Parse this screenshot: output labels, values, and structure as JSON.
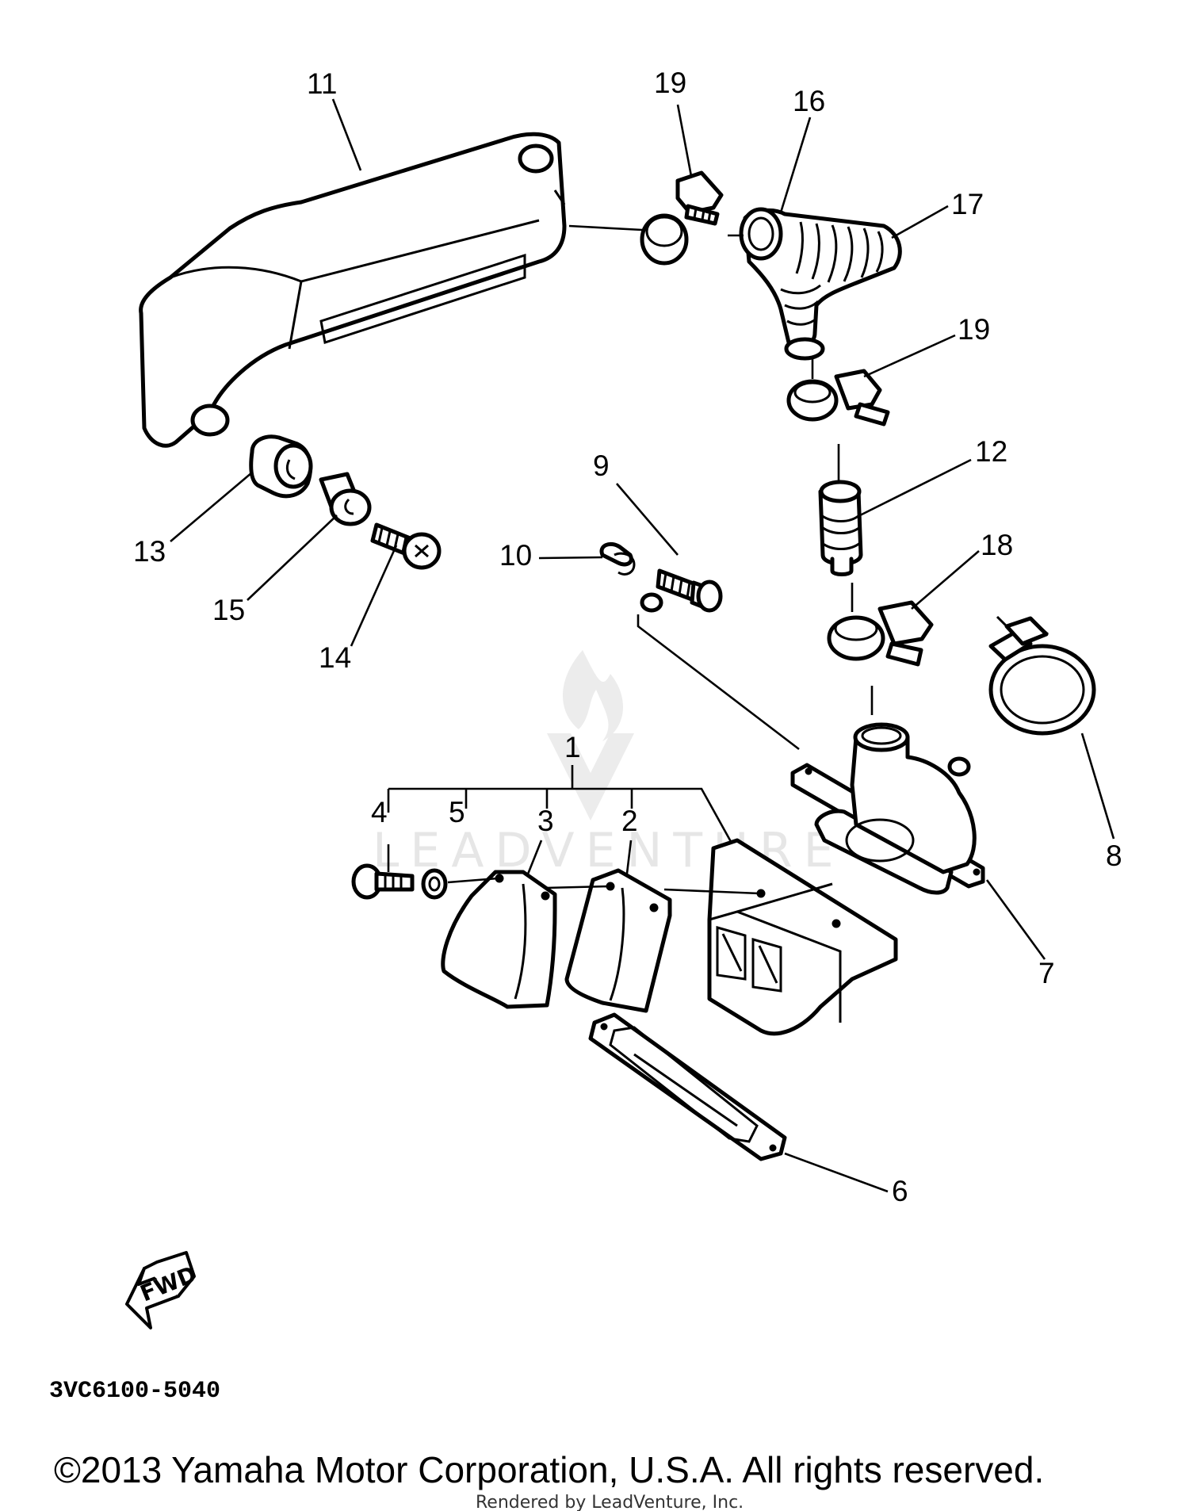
{
  "diagram": {
    "callouts": [
      "1",
      "2",
      "3",
      "4",
      "5",
      "6",
      "7",
      "8",
      "9",
      "10",
      "11",
      "12",
      "13",
      "14",
      "15",
      "16",
      "17",
      "18",
      "19",
      "19"
    ],
    "direction_label": "FWD",
    "drawing_code": "3VC6100-5040",
    "watermark": "LEADVENTURE",
    "copyright": "©2013 Yamaha Motor Corporation, U.S.A. All rights reserved.",
    "rendered_by": "Rendered by LeadVenture, Inc."
  }
}
